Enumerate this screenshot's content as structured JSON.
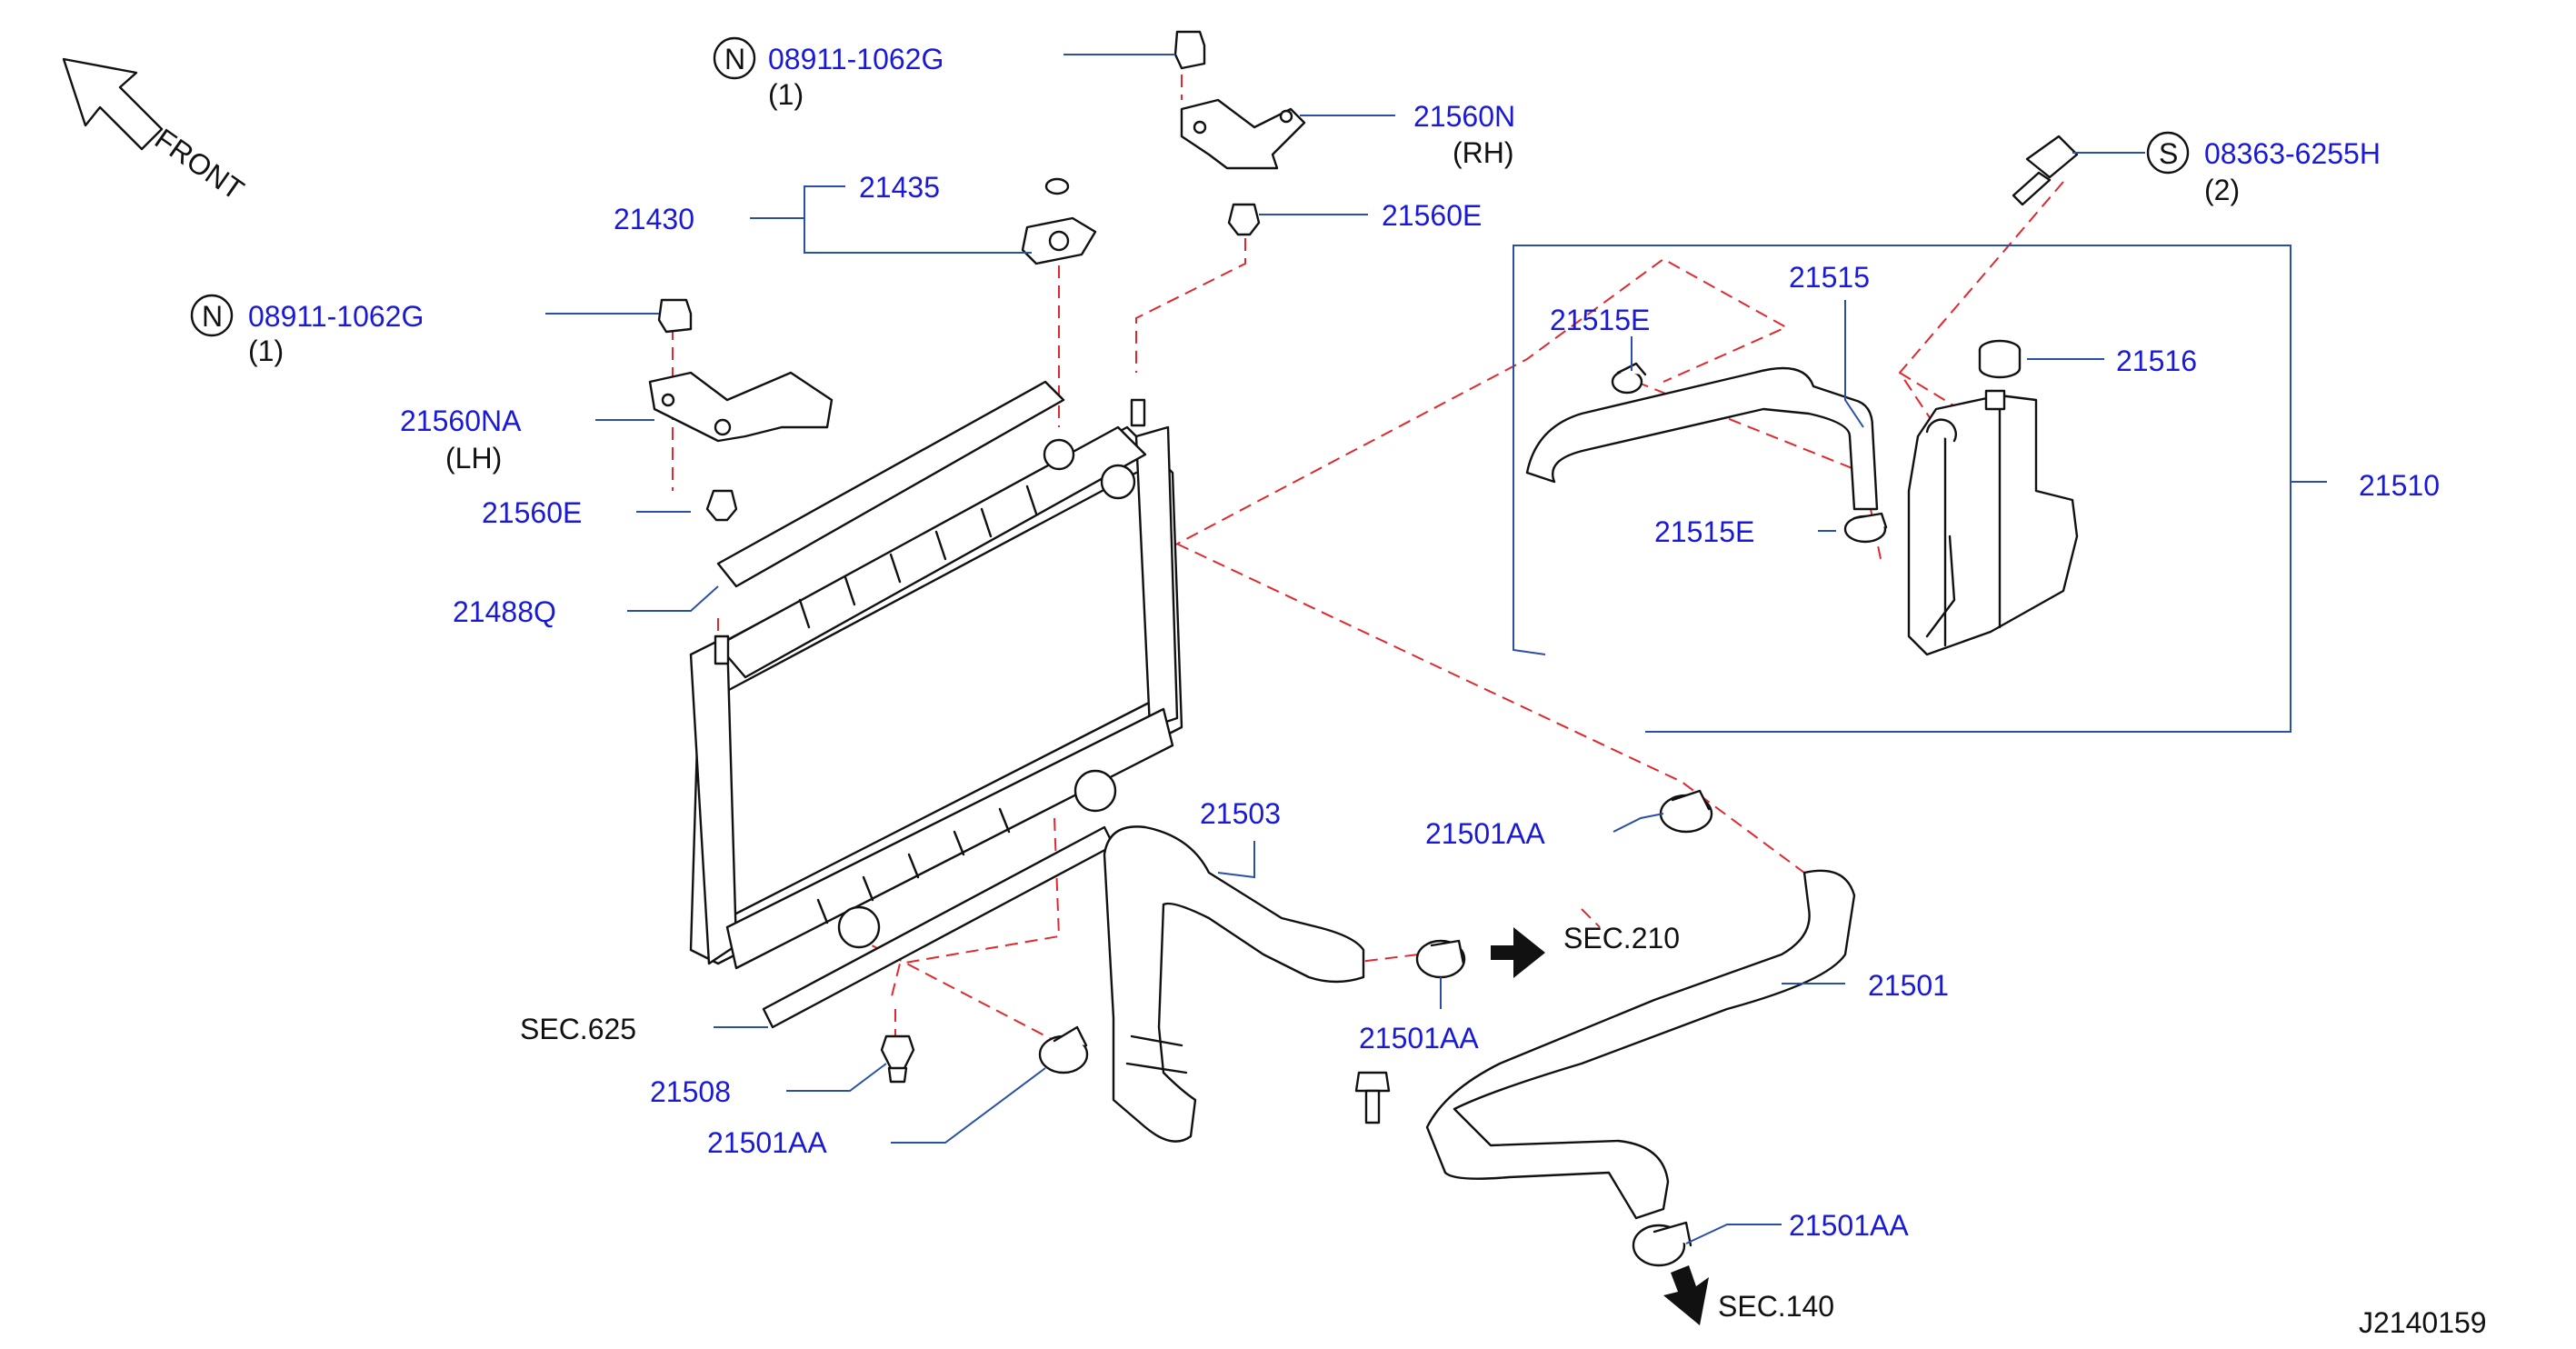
{
  "diagram": {
    "front_label": "FRONT",
    "drawing_code": "J2140159",
    "notes": {
      "n_symbol": "N",
      "s_symbol": "S"
    },
    "labels": {
      "n_part_top": "08911-1062G",
      "n_part_top_qty": "(1)",
      "n_part_left": "08911-1062G",
      "n_part_left_qty": "(1)",
      "p21560N": "21560N",
      "p21560N_side": "(RH)",
      "p21430": "21430",
      "p21435": "21435",
      "p21560E_top": "21560E",
      "s_bolt": "08363-6255H",
      "s_bolt_qty": "(2)",
      "p21560NA": "21560NA",
      "p21560NA_side": "(LH)",
      "p21560E_left": "21560E",
      "p21488Q": "21488Q",
      "p21515": "21515",
      "p21515E_top": "21515E",
      "p21516": "21516",
      "p21510": "21510",
      "p21515E_bottom": "21515E",
      "p21503": "21503",
      "p21501AA_mid": "21501AA",
      "sec210": "SEC.210",
      "p21501AA_clamp": "21501AA",
      "p21501": "21501",
      "sec625": "SEC.625",
      "p21508": "21508",
      "p21501AA_left": "21501AA",
      "p21501AA_bottom": "21501AA",
      "sec140": "SEC.140"
    }
  }
}
